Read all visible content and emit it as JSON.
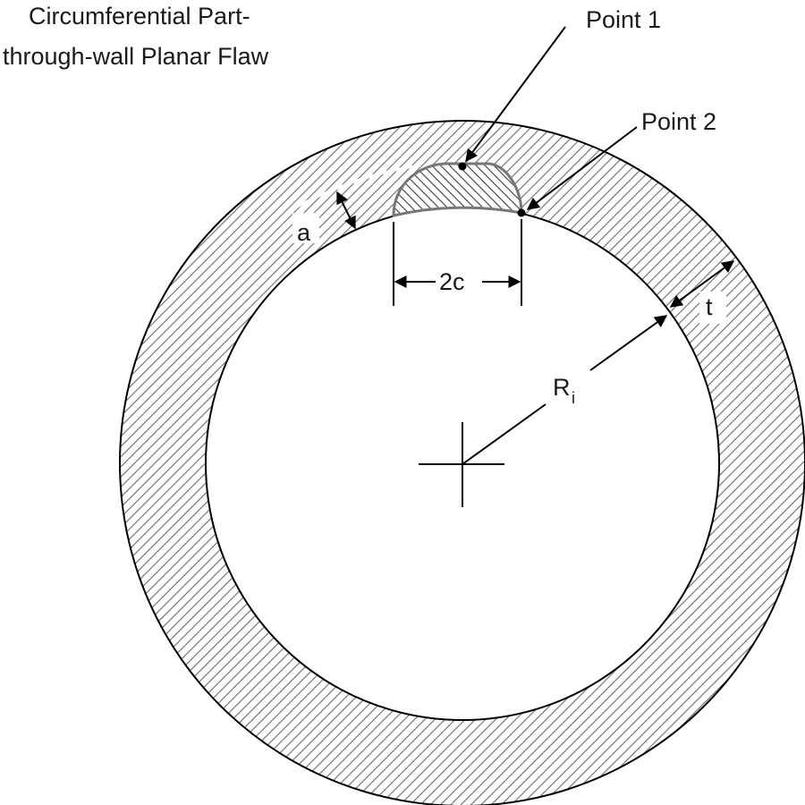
{
  "title": {
    "line1": "Circumferential Part-",
    "line2": "through-wall Planar Flaw"
  },
  "labels": {
    "point1": "Point 1",
    "point2": "Point 2",
    "crack_depth": "a",
    "crack_length": "2c",
    "wall_thickness": "t",
    "inner_radius": "R",
    "inner_radius_subscript": "i"
  }
}
